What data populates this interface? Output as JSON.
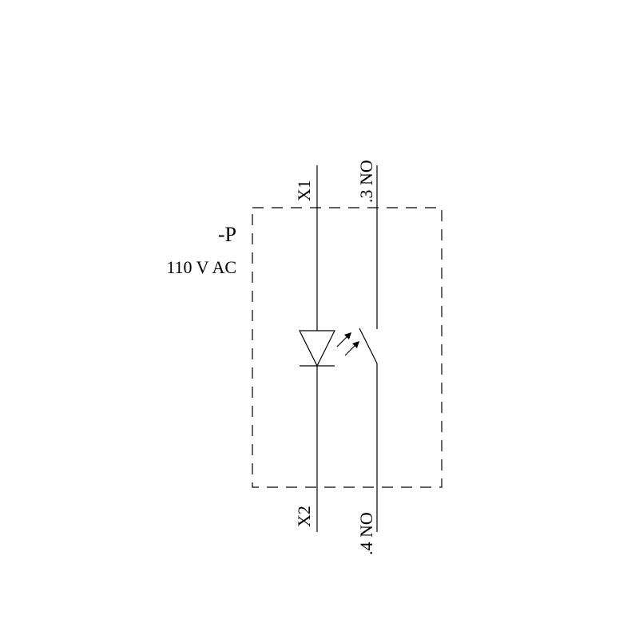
{
  "device": {
    "designation": "-P",
    "rating": "110 V AC"
  },
  "terminals": {
    "lamp_top": "X1",
    "lamp_bottom": "X2",
    "contact_top": ".3 NO",
    "contact_bottom": ".4 NO"
  },
  "colors": {
    "line": "#000000",
    "background": "#ffffff"
  }
}
